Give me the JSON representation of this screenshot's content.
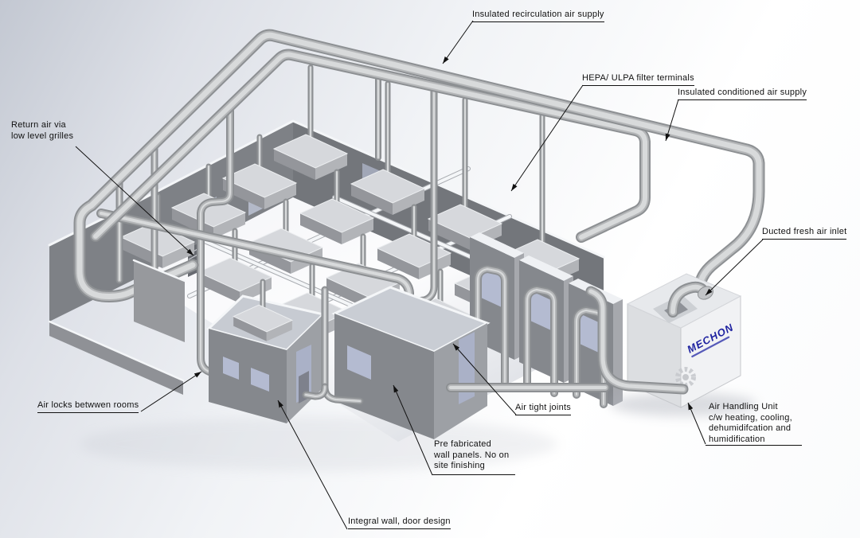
{
  "annotations": {
    "recirculation": {
      "text": "Insulated recirculation air supply"
    },
    "hepa": {
      "text": "HEPA/ ULPA filter terminals"
    },
    "conditioned": {
      "text": "Insulated conditioned air supply"
    },
    "return_air": {
      "lines": [
        "Return air via",
        "low level grilles"
      ]
    },
    "fresh_air": {
      "text": "Ducted fresh air inlet"
    },
    "airlocks": {
      "text": "Air locks betwwen rooms"
    },
    "air_tight": {
      "text": "Air tight joints"
    },
    "prefab": {
      "lines": [
        "Pre fabricated",
        "wall panels. No on",
        "site finishing"
      ]
    },
    "integral": {
      "text": "Integral wall, door design"
    },
    "ahu": {
      "lines": [
        "Air Handling Unit",
        "c/w heating, cooling,",
        "dehumidifcation and",
        "humidification"
      ]
    }
  },
  "ahu_unit": {
    "brand": "MECHON"
  },
  "colors": {
    "pipe_dark": "#8d9093",
    "pipe_mid": "#b4b6b8",
    "pipe_light": "#d8dadb",
    "wall_back_left": "#7e8186",
    "wall_back_right": "#73767b",
    "wall_front": "#85888d",
    "wall_side": "#9da0a5",
    "wall_slab": "#97999d",
    "slab_side": "#a6a8ad",
    "floor_rim": "#f4f6f8",
    "window": "#b4bbd1",
    "door": "#aab1c7",
    "box_top": "#d6d8dc",
    "box_left": "#94969b",
    "box_right": "#b2b4b8",
    "ahu_left": "#dcdee1",
    "ahu_right": "#f1f2f4",
    "ahu_top": "#e7e9ec",
    "brand_blue": "#1e22a0",
    "label": "#111111"
  }
}
